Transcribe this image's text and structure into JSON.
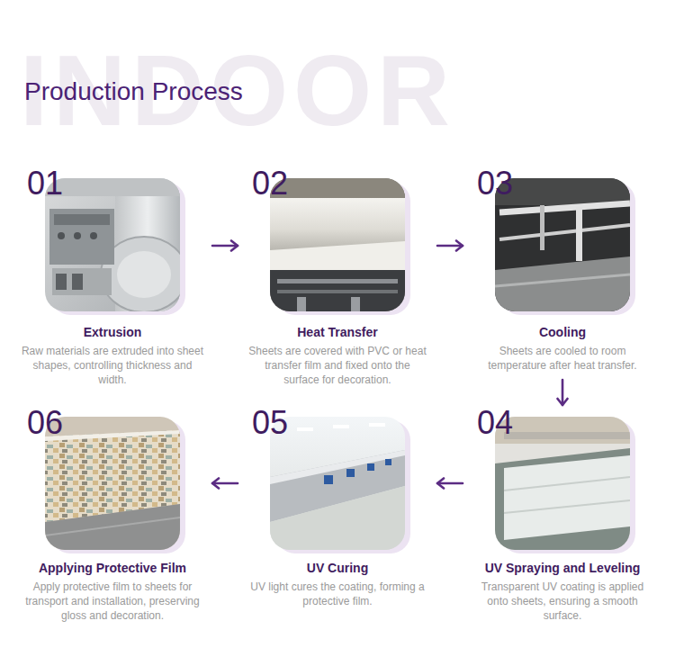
{
  "diagram": {
    "title": "Production Process",
    "nodes": [
      {
        "text": [
          "01",
          "Extrusion",
          "Raw materials are extruded into sheet shapes, controlling thickness and width."
        ]
      },
      {
        "text": [
          "02",
          "Heat Transfer",
          "Sheets are covered with PVC or heat transfer film and fixed onto the surface for decoration."
        ]
      },
      {
        "text": [
          "03",
          "Cooling",
          "Sheets are cooled to room temperature after heat transfer."
        ]
      },
      {
        "text": [
          "04",
          "UV Spraying and Leveling",
          "Transparent UV coating is applied onto sheets, ensuring a smooth surface."
        ]
      },
      {
        "text": [
          "05",
          "UV Curing",
          "UV light cures the coating, forming a protective film."
        ]
      },
      {
        "text": [
          "06",
          "Applying Protective Film",
          "Apply protective film to sheets for transport and installation, preserving gloss and decoration."
        ]
      }
    ],
    "edges": [
      {
        "from": 0,
        "to": 1,
        "arrow": "to"
      },
      {
        "from": 1,
        "to": 2,
        "arrow": "to"
      },
      {
        "from": 2,
        "to": 3,
        "arrow": "to"
      },
      {
        "from": 3,
        "to": 4,
        "arrow": "to"
      },
      {
        "from": 4,
        "to": 5,
        "arrow": "to"
      }
    ],
    "labels": [
      "INDOOR"
    ]
  }
}
